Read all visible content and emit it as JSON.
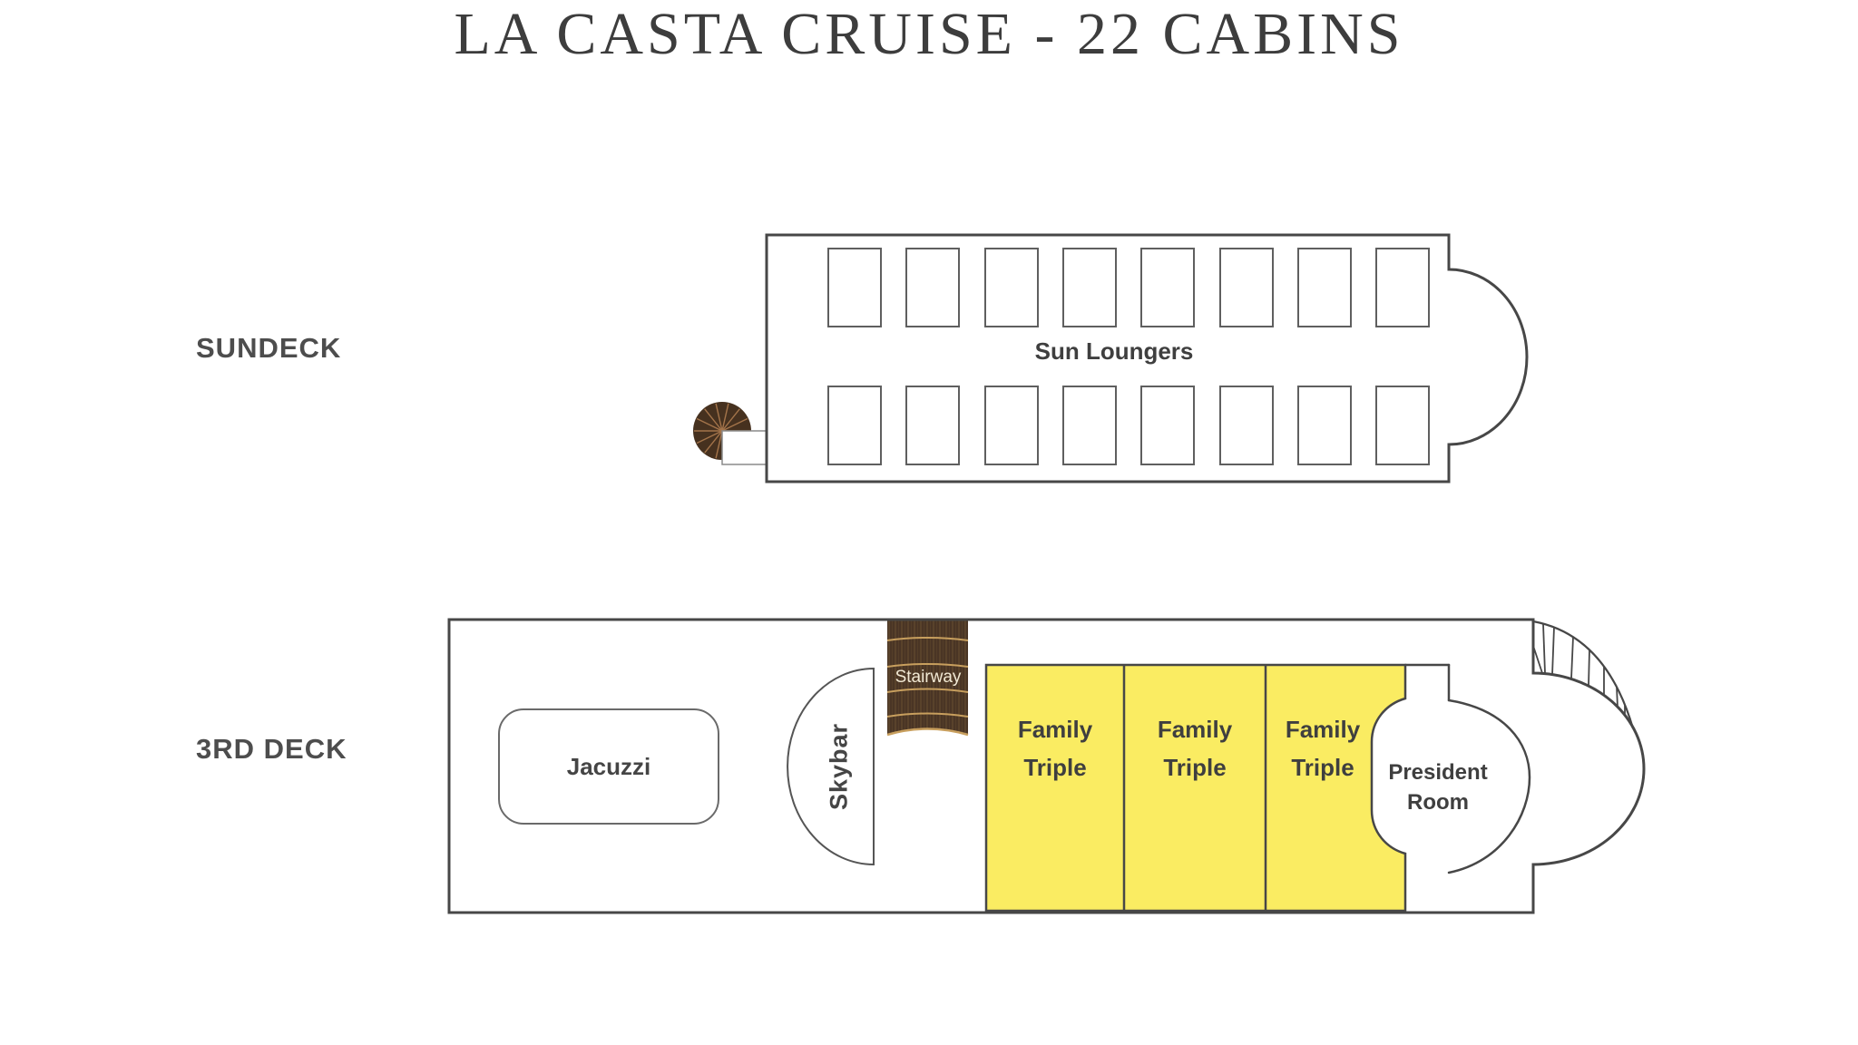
{
  "title": "LA CASTA CRUISE - 22 CABINS",
  "colors": {
    "ink": "#474747",
    "cabin_yellow": "#faec62",
    "wood_dark": "#4a3525",
    "wood_grain": "#5e462e",
    "wood_line": "#c89f5e",
    "spiral_spoke": "#a4744a",
    "stair_text": "#f2e9d4"
  },
  "decks": {
    "sundeck": {
      "label": "SUNDECK",
      "area_label": "Sun Loungers",
      "lounger_rows": 2,
      "loungers_per_row": 8
    },
    "third_deck": {
      "label": "3RD DECK",
      "rooms": {
        "jacuzzi": "Jacuzzi",
        "skybar": "Skybar",
        "stairway": "Stairway",
        "president": "President\nRoom"
      },
      "cabins": [
        {
          "label": "Family\nTriple"
        },
        {
          "label": "Family\nTriple"
        },
        {
          "label": "Family\nTriple"
        }
      ]
    }
  }
}
